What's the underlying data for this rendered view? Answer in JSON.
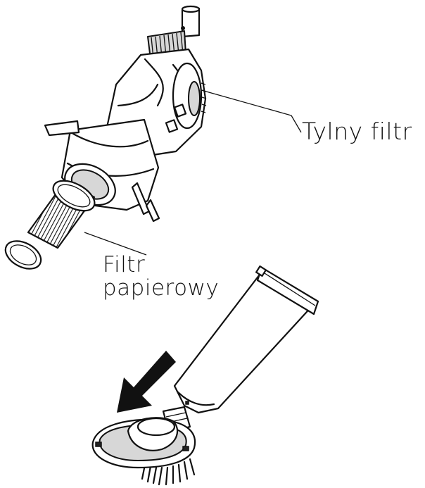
{
  "labels": {
    "rear_filter": "Tylny filtr",
    "paper_filter_line1": "Filtr",
    "paper_filter_line2": "papierowy"
  },
  "icons": {
    "arrow": "arrow-down-left-icon"
  },
  "colors": {
    "line": "#111111",
    "background": "#ffffff",
    "shade": "#d7d7d7"
  }
}
